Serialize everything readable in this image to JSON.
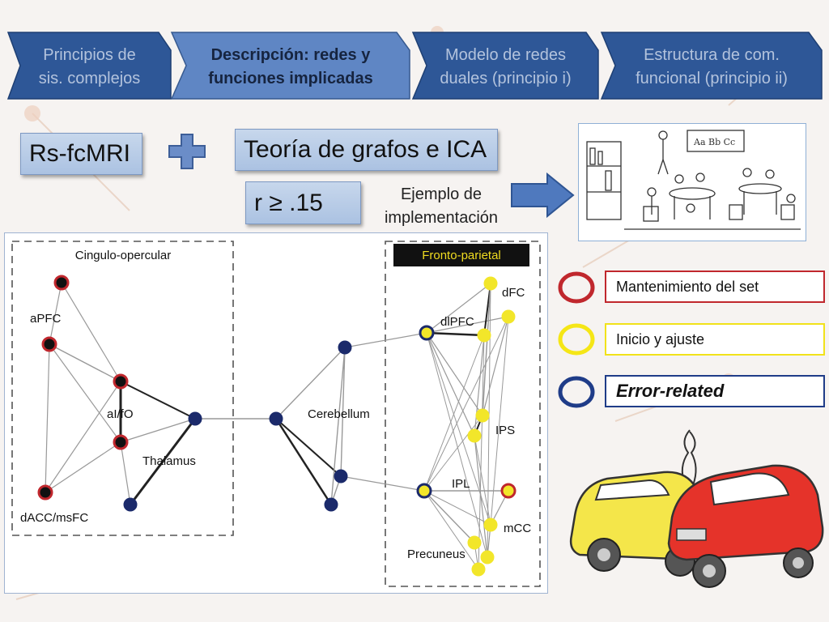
{
  "tabs": [
    {
      "label_line1": "Principios de",
      "label_line2": "sis. complejos",
      "active": false
    },
    {
      "label_line1": "Descripción: redes y",
      "label_line2": "funciones implicadas",
      "active": true
    },
    {
      "label_line1": "Modelo de redes",
      "label_line2": "duales (principio i)",
      "active": false
    },
    {
      "label_line1": "Estructura de com.",
      "label_line2": "funcional (principio ii)",
      "active": false
    }
  ],
  "rs_box": "Rs-fcMRI",
  "graph_box": "Teoría de grafos e ICA",
  "threshold_box": "r ≥ .15",
  "example_label_line1": "Ejemplo de",
  "example_label_line2": "implementación",
  "classroom_board": "Aa Bb Cc",
  "network": {
    "cingulo_label": "Cingulo-opercular",
    "fronto_label": "Fronto-parietal",
    "node_labels": {
      "apfc": "aPFC",
      "aifo": "aI/fO",
      "thalamus": "Thalamus",
      "dacc": "dACC/msFC",
      "cerebellum": "Cerebellum",
      "dlpfc": "dlPFC",
      "dfc": "dFC",
      "ips": "IPS",
      "ipl": "IPL",
      "mcc": "mCC",
      "precuneus": "Precuneus"
    }
  },
  "legend": [
    {
      "label": "Mantenimiento del set",
      "color": "#c0272d",
      "italic_bold": false
    },
    {
      "label": "Inicio y ajuste",
      "color": "#f5e616",
      "italic_bold": false
    },
    {
      "label": "Error-related",
      "color": "#1f3c88",
      "italic_bold": true
    }
  ],
  "colors": {
    "tab_blue": "#2e5797",
    "tab_active": "#5f86c4",
    "node_red": "#c0272d",
    "node_yellow": "#f2e62a",
    "node_navy": "#1b2a6b"
  }
}
